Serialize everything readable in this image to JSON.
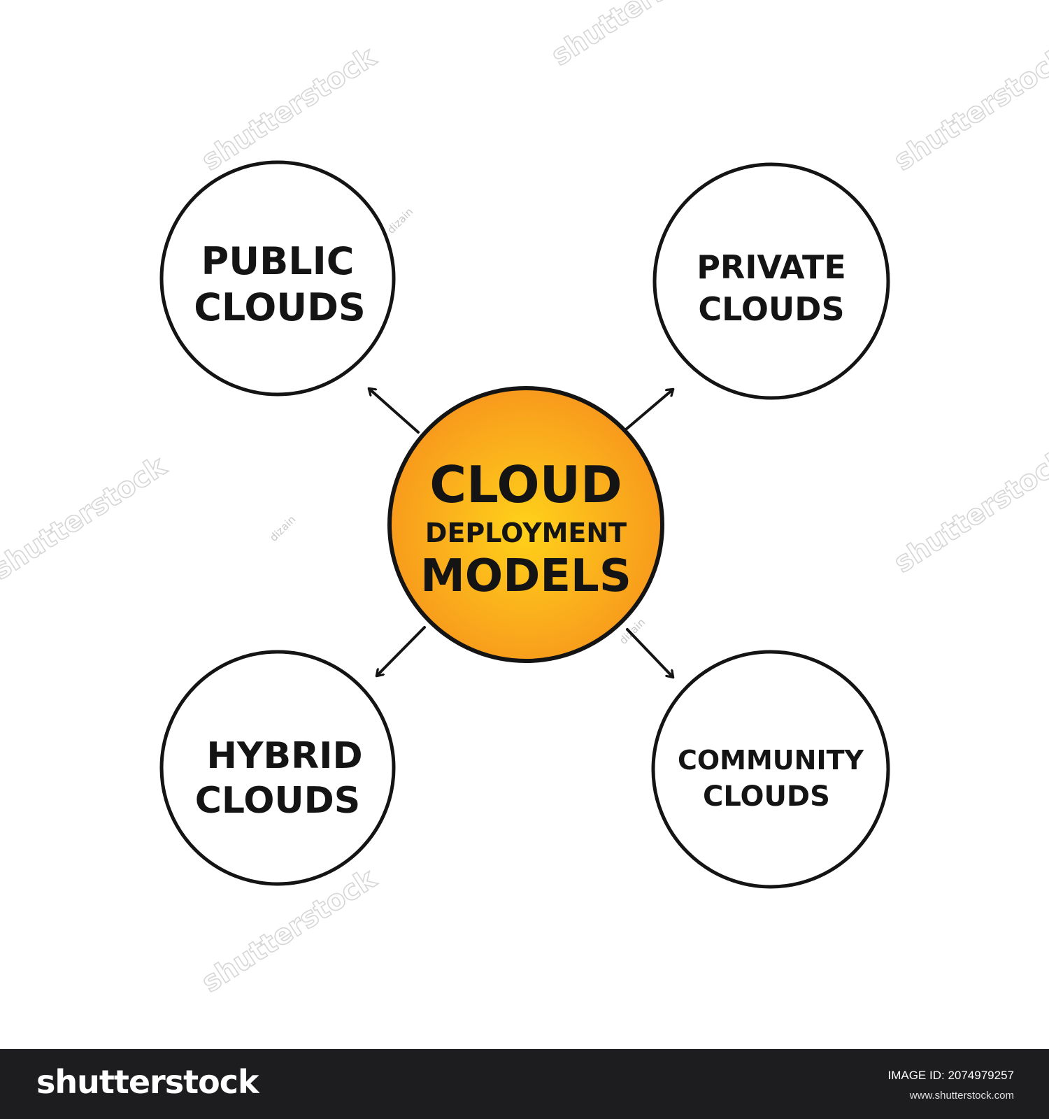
{
  "center": {
    "lines": [
      "CLOUD",
      "DEPLOYMENT",
      "MODELS"
    ],
    "fill_color": "#f7961d",
    "highlight_color": "#ffd21a"
  },
  "nodes": [
    {
      "lines": [
        "PUBLIC",
        "CLOUDS"
      ]
    },
    {
      "lines": [
        "PRIVATE",
        "CLOUDS"
      ]
    },
    {
      "lines": [
        "HYBRID",
        "CLOUDS"
      ]
    },
    {
      "lines": [
        "COMMUNITY",
        "CLOUDS"
      ]
    }
  ],
  "watermark": {
    "text": "shutterstock",
    "credit": "dizain"
  },
  "footer": {
    "logo": "shutterstock",
    "image_id": "IMAGE ID: 2074979257",
    "url": "www.shutterstock.com"
  }
}
